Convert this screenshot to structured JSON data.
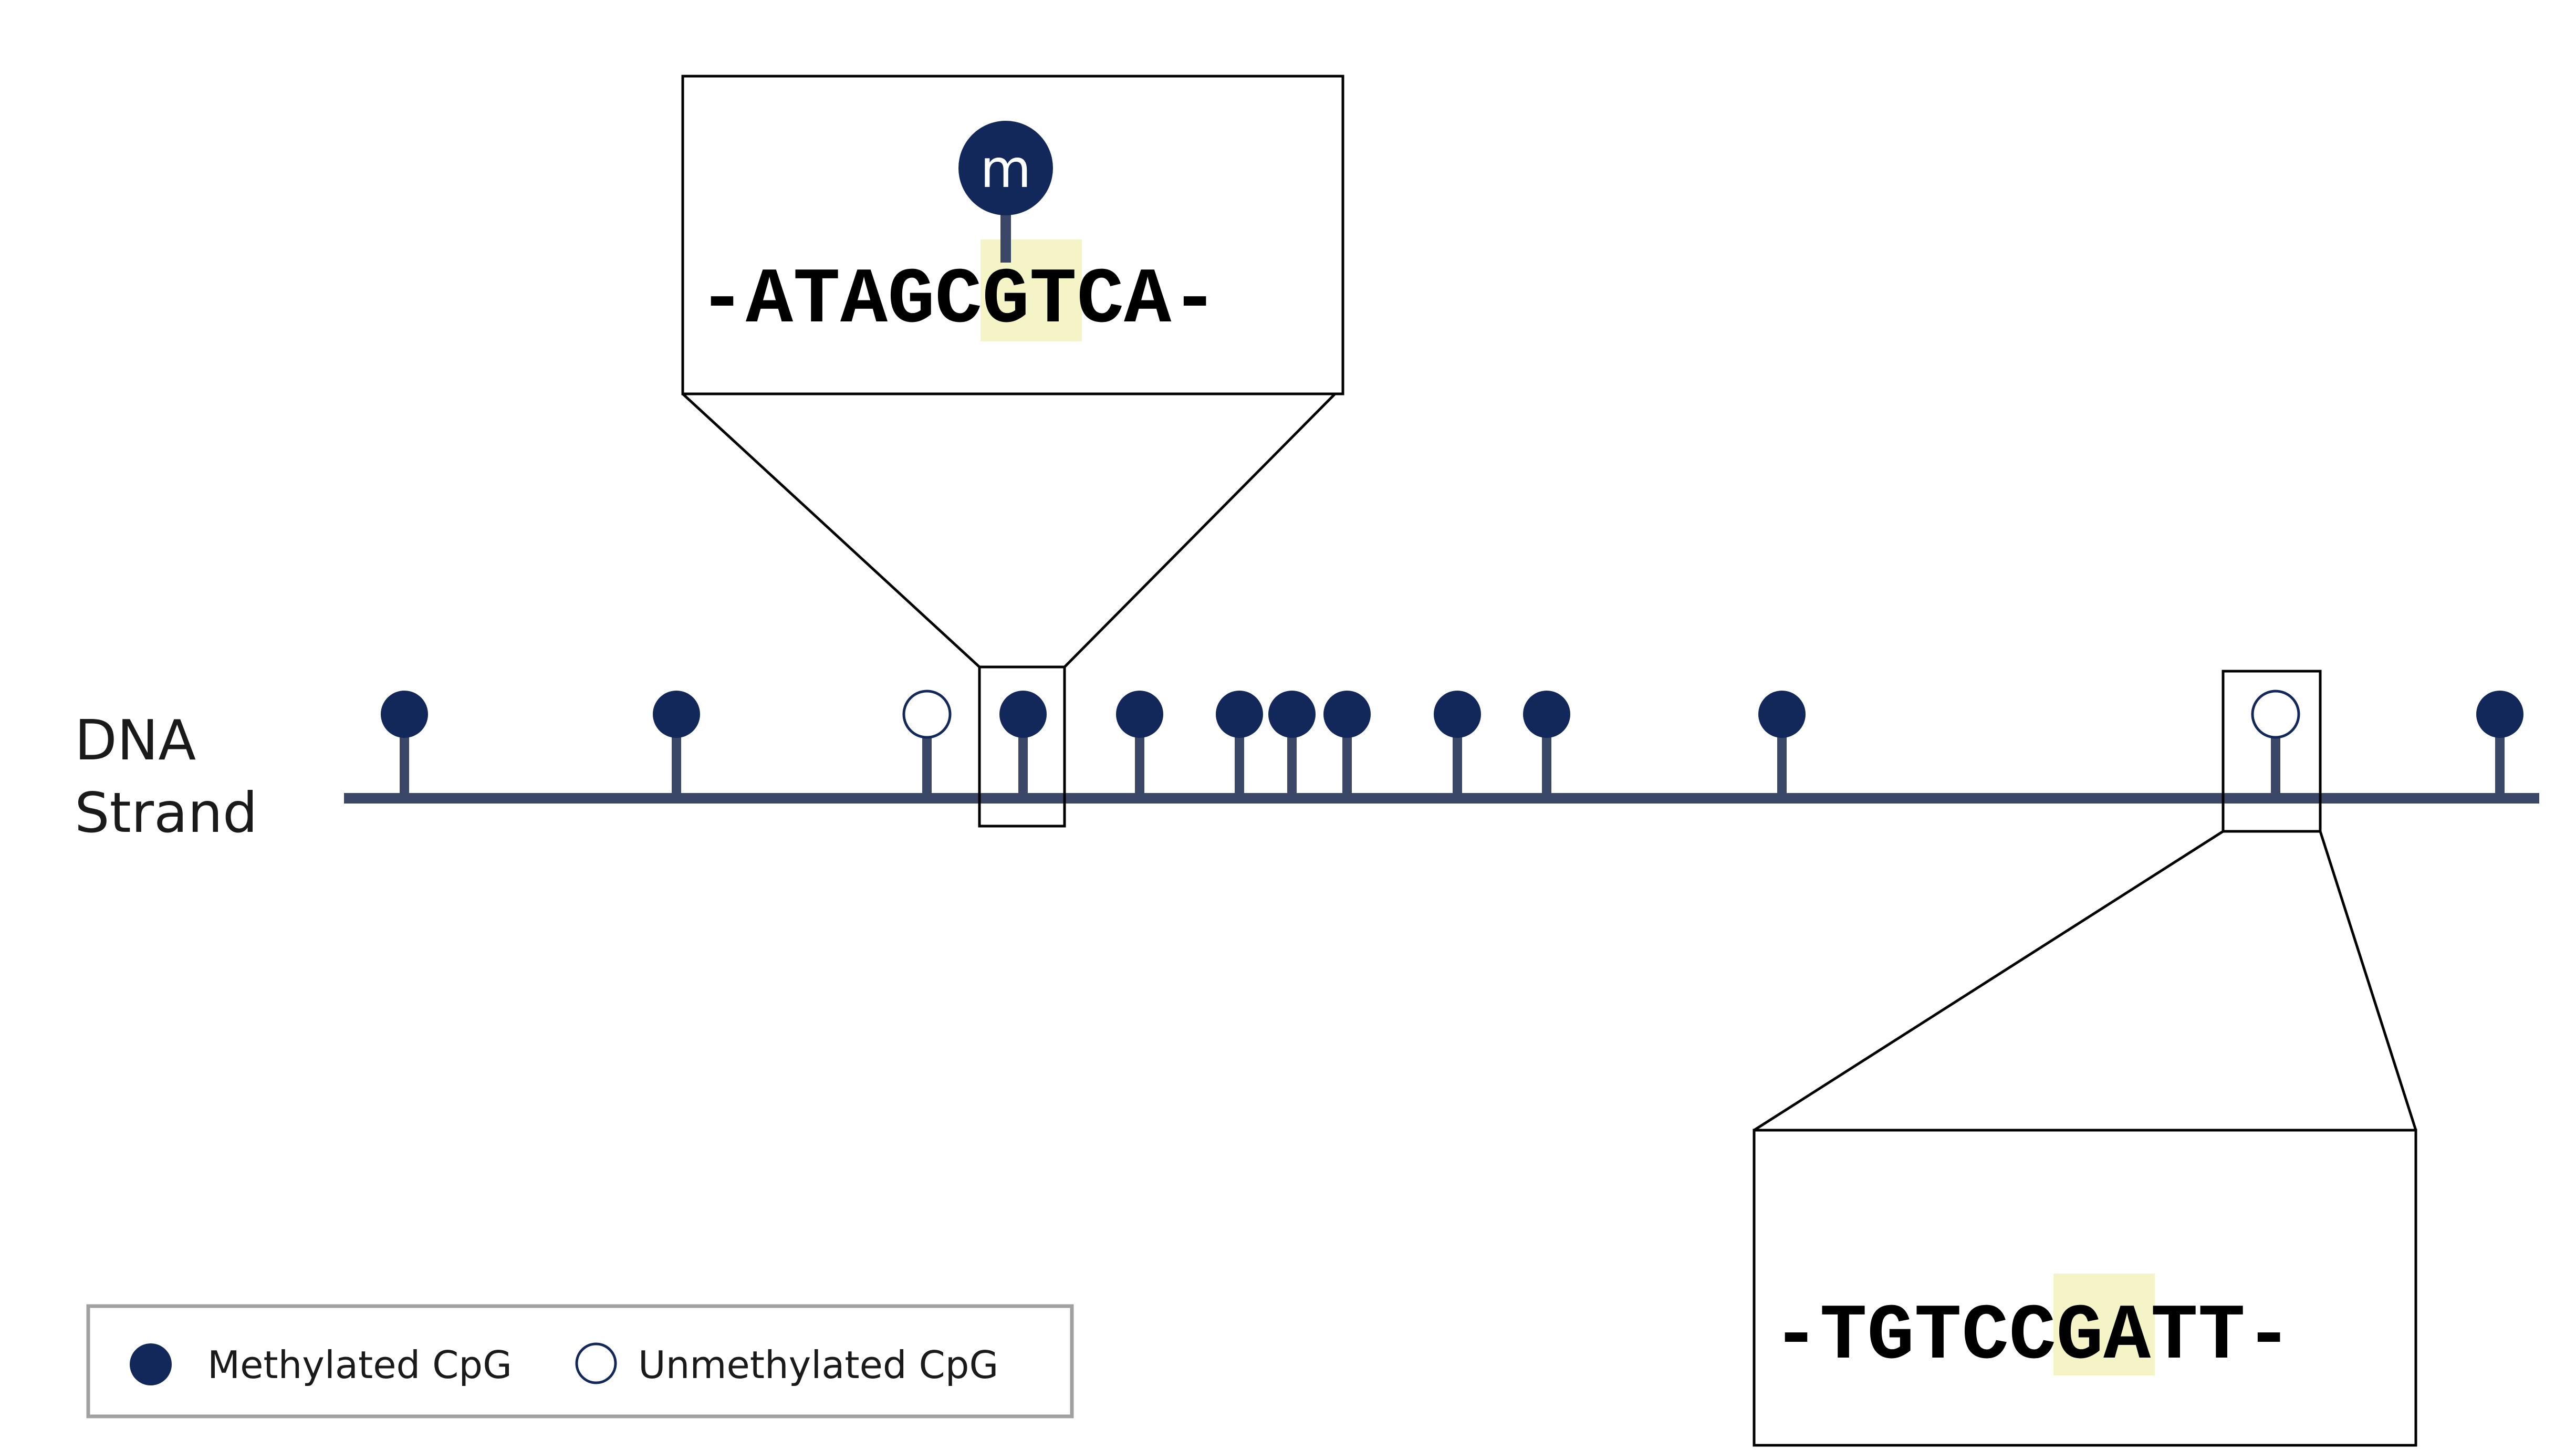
{
  "strand_label_line1": "DNA",
  "strand_label_line2": "Strand",
  "methyl_mark": "m",
  "zoom_top": {
    "prefix": "-ATAG",
    "highlight": "CG",
    "suffix": "TCA-"
  },
  "zoom_bottom": {
    "prefix": "-TGTC",
    "highlight": "CG",
    "suffix": "ATT-"
  },
  "legend": {
    "methylated": "Methylated CpG",
    "unmethylated": "Unmethylated CpG"
  },
  "sites": [
    "methylated",
    "methylated",
    "unmethylated",
    "methylated",
    "methylated",
    "methylated",
    "methylated",
    "methylated",
    "methylated",
    "methylated",
    "methylated",
    "unmethylated",
    "methylated"
  ],
  "colors": {
    "strand": "#3a4766",
    "methylated": "#13285a",
    "highlight": "#f4f4c6",
    "frame": "#000000",
    "legend_border": "#a0a0a0"
  }
}
